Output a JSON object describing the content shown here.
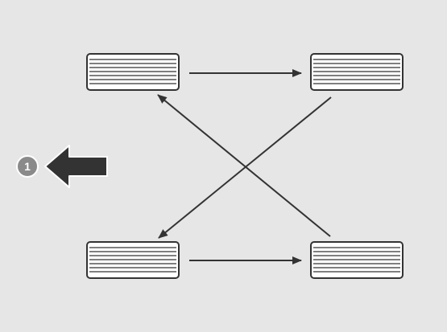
{
  "diagram": {
    "background": "#e6e6e6",
    "tire_fill": "#ffffff",
    "tire_stroke": "#333333",
    "arrow_color": "#333333",
    "badge_fill": "#8a8a8a",
    "badge_text_color": "#ffffff",
    "direction_arrow_color": "#333333",
    "direction_arrow_points": "left",
    "badge_label": "1",
    "tires": [
      {
        "id": "front-left"
      },
      {
        "id": "front-right"
      },
      {
        "id": "rear-left"
      },
      {
        "id": "rear-right"
      }
    ],
    "rotation_moves": [
      {
        "from": "front-left",
        "to": "front-right"
      },
      {
        "from": "rear-left",
        "to": "rear-right"
      },
      {
        "from": "front-right",
        "to": "rear-left"
      },
      {
        "from": "rear-right",
        "to": "front-left"
      }
    ]
  }
}
